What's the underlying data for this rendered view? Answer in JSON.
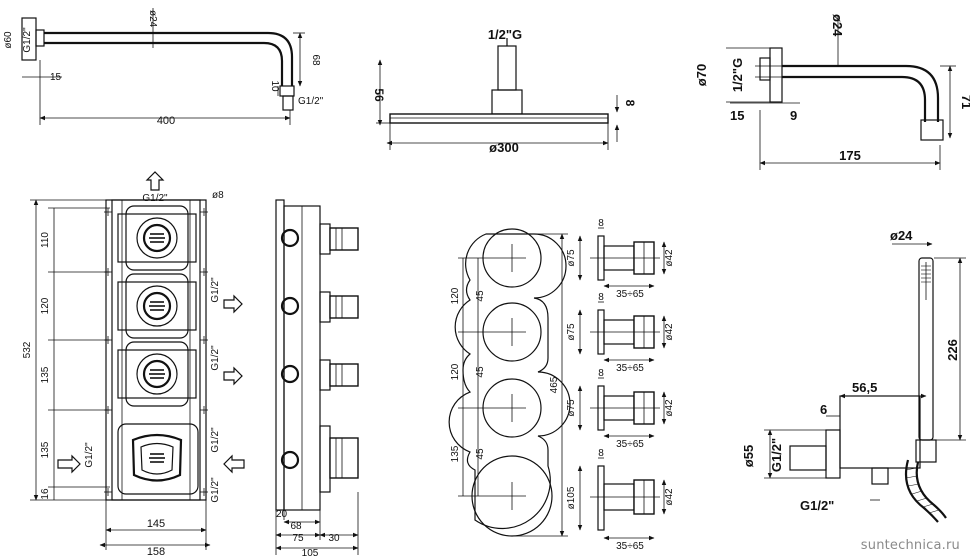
{
  "watermark": "suntechnica.ru",
  "shower_arm_side": {
    "d1": "ø60",
    "d2": "ø24",
    "d3": "68",
    "d4": "10",
    "d5": "15",
    "d6": "400",
    "thread": "G1/2\"",
    "thread_vertical": "G1/2\""
  },
  "overhead_shower": {
    "thread": "1/2\"G",
    "height": "56",
    "thickness": "8",
    "diameter": "ø300"
  },
  "shower_arm_front": {
    "d1": "ø70",
    "d2": "ø24",
    "d3": "71",
    "d4": "15",
    "d5": "9",
    "d6": "175",
    "thread": "1/2\"G"
  },
  "valve_front": {
    "heights": [
      "110",
      "120",
      "135",
      "135",
      "16"
    ],
    "total": "532",
    "width_inner": "145",
    "width_outer": "158",
    "top_thread": "G1/2\"",
    "top_hole": "ø8",
    "side_threads": [
      "G1/2\"",
      "G1/2\"",
      "G1/2\"",
      "G1/2\""
    ],
    "left_thread": "G1/2\""
  },
  "valve_side": {
    "d1": "20",
    "d2": "68",
    "d3": "75",
    "d4": "30",
    "d5": "105"
  },
  "faceplate": {
    "spacing": [
      "120",
      "120",
      "135"
    ],
    "offsets": [
      "45",
      "45",
      "45"
    ],
    "total": "465"
  },
  "handles": [
    {
      "plate": "ø75",
      "shaft": "ø42",
      "depth": "8",
      "range": "35÷65"
    },
    {
      "plate": "ø75",
      "shaft": "ø42",
      "depth": "8",
      "range": "35÷65"
    },
    {
      "plate": "ø75",
      "shaft": "ø42",
      "depth": "8",
      "range": "35÷65"
    },
    {
      "plate": "ø105",
      "shaft": "ø42",
      "depth": "8",
      "range": "35÷65"
    }
  ],
  "hand_shower": {
    "d1": "ø24",
    "d2": "226",
    "d3": "56,5",
    "d4": "6",
    "d5": "ø55",
    "thread_left": "G1/2\"",
    "thread_bottom": "G1/2\""
  }
}
